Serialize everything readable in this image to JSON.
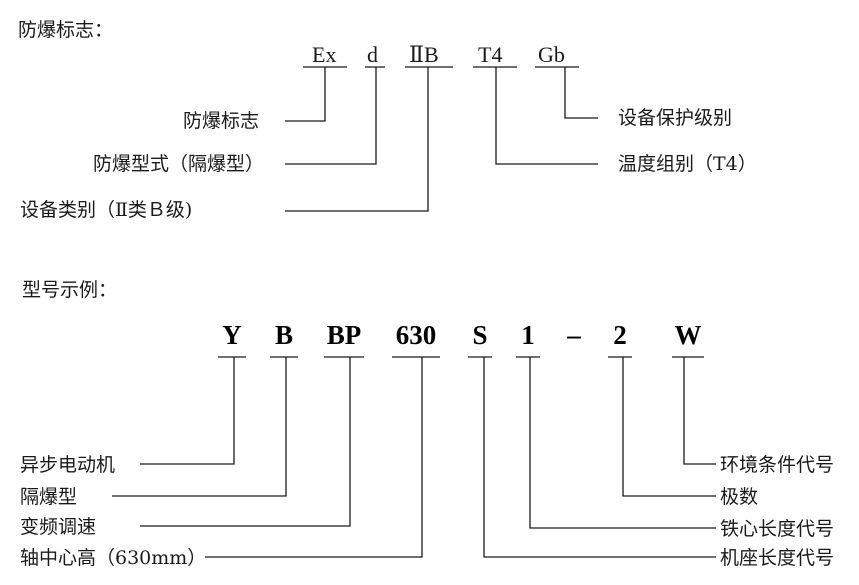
{
  "section1": {
    "heading": "防爆标志：",
    "codes": [
      "Ex",
      "d",
      "ⅡB",
      "T4",
      "Gb"
    ],
    "left_labels": [
      "防爆标志",
      "防爆型式（隔爆型）",
      "设备类别（Ⅱ类Ｂ级)"
    ],
    "right_labels": [
      "设备保护级别",
      "温度组别（T4）"
    ]
  },
  "section2": {
    "heading": "型号示例：",
    "codes": [
      "Y",
      "B",
      "BP",
      "630",
      "S",
      "1",
      "–",
      "2",
      "W"
    ],
    "left_labels": [
      "异步电动机",
      "隔爆型",
      "变频调速",
      "轴中心高（630mm）"
    ],
    "right_labels": [
      "环境条件代号",
      "极数",
      "铁心长度代号",
      "机座长度代号"
    ]
  }
}
